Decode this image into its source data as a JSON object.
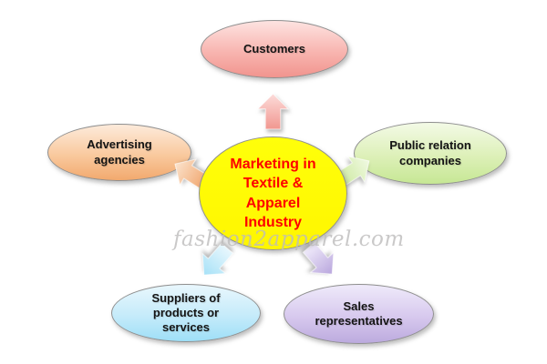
{
  "diagram": {
    "title_lines": [
      "Marketing in",
      "Textile &",
      "Apparel",
      "Industry"
    ],
    "center": {
      "fill": "#ffff00",
      "text_color": "#fe0000"
    },
    "nodes": [
      {
        "id": "customers",
        "lines": [
          "Customers"
        ],
        "color_top": "#fde3e1",
        "color_bottom": "#f1948e",
        "position": "top"
      },
      {
        "id": "advertising-agencies",
        "lines": [
          "Advertising",
          "agencies"
        ],
        "color_top": "#fdebdb",
        "color_bottom": "#f2a96e",
        "position": "left"
      },
      {
        "id": "public-relation-companies",
        "lines": [
          "Public relation",
          "companies"
        ],
        "color_top": "#f3fae6",
        "color_bottom": "#c6e794",
        "position": "right"
      },
      {
        "id": "suppliers",
        "lines": [
          "Suppliers of",
          "products or",
          "services"
        ],
        "color_top": "#e9f7fd",
        "color_bottom": "#9edff7",
        "position": "bottom-left"
      },
      {
        "id": "sales-representatives",
        "lines": [
          "Sales",
          "representatives"
        ],
        "color_top": "#efeafa",
        "color_bottom": "#bcaade",
        "position": "bottom-right"
      }
    ],
    "arrows": [
      {
        "direction": "up",
        "target": "customers",
        "color_light": "#fcdcda",
        "color_dark": "#f19790"
      },
      {
        "direction": "up-left",
        "target": "advertising-agencies",
        "color_light": "#fbe3cd",
        "color_dark": "#f1a871"
      },
      {
        "direction": "up-right",
        "target": "public-relation-companies",
        "color_light": "#f0f9e1",
        "color_dark": "#cce9a0"
      },
      {
        "direction": "down-left",
        "target": "suppliers",
        "color_light": "#e8f7fd",
        "color_dark": "#a6e1f7"
      },
      {
        "direction": "down-right",
        "target": "sales-representatives",
        "color_light": "#efeafa",
        "color_dark": "#b9a6dd"
      }
    ],
    "watermark": "fashion2apparel.com",
    "background": "#ffffff"
  }
}
